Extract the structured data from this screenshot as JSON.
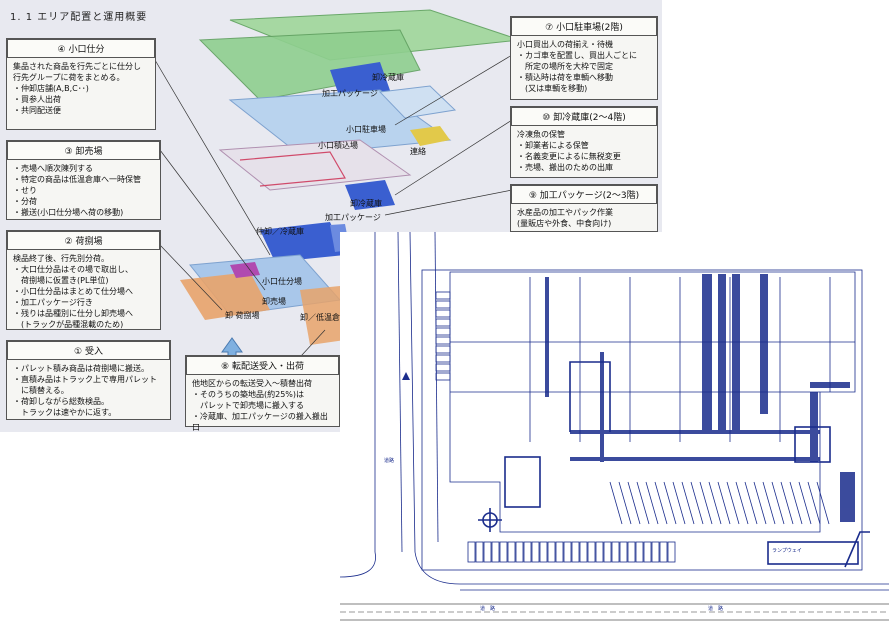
{
  "scan": {
    "title": "1. 1 エリア配置と運用概要",
    "boxes": [
      {
        "id": "koguchi_shiwake",
        "header": "④ 小口仕分",
        "body": "集品された商品を行先ごとに仕分し\n行先グループに荷をまとめる。\n・仲卸店舗(A,B,C･･)\n・買参人出荷\n・共同配送便"
      },
      {
        "id": "oroshiuriba",
        "header": "③ 卸売場",
        "body": "・売場へ順次陳列する\n・特定の商品は低温倉庫へ一時保管\n・せり\n・分荷\n・搬送(小口仕分場へ荷の移動)"
      },
      {
        "id": "nisabakiba",
        "header": "② 荷捌場",
        "body": "検品終了後、行先別分荷。\n・大口仕分品はその場で取出し、\n　荷捌場に仮置き(PL単位)\n・小口仕分品はまとめて仕分場へ\n・加工パッケージ行き\n・残りは品種別に仕分し卸売場へ\n　(トラックが品種混載のため)"
      },
      {
        "id": "ukeire",
        "header": "① 受入",
        "body": "・パレット積み商品は荷捌場に搬送。\n・直積み品はトラック上で専用パレット\n　に積替える。\n・荷卸しながら総数検品。\n　トラックは速やかに返す。"
      },
      {
        "id": "chusha",
        "header": "⑦ 小口駐車場(2階)",
        "body": "小口買出人の荷揃え・待機\n・カゴ車を配置し、買出人ごとに\n　所定の場所を大枠で固定\n・積込時は荷を車輌へ移動\n　(又は車輌を移動)"
      },
      {
        "id": "reizoko",
        "header": "⑩ 卸冷蔵庫(2～4階)",
        "body": "冷凍魚の保管\n・卸業者による保管\n・名義変更によるに無税変更\n・売場、搬出のための出庫"
      },
      {
        "id": "kakou",
        "header": "⑨ 加工パッケージ(2～3階)",
        "body": "水産品の加工やパック作業\n(量販店や外食、中食向け)"
      },
      {
        "id": "tenhaiso",
        "header": "⑧ 転配送受入・出荷",
        "body": "他地区からの転送受入～積替出荷\n・そのうちの築地品(約25%)は\n　パレットで卸売場に搬入する\n・冷蔵庫、加工パッケージの搬入搬出口"
      }
    ],
    "area_labels": {
      "oroshi_reizoko_top": "卸冷蔵庫",
      "kakou_top": "加工パッケージ",
      "koguchi_chusha": "小口駐車場",
      "koguchi_tsumikomi": "小口積込場",
      "renraku": "連絡",
      "oroshi_reizoko_mid": "卸冷蔵庫",
      "kakou_mid": "加工パッケージ",
      "nakaoroshi_reizoko": "仲卸／冷蔵庫",
      "koguchi_shiwakeba": "小口仕分場",
      "oroshiuriba": "卸売場",
      "nisabakiba": "卸 荷捌場",
      "teion": "卸／低温倉庫"
    }
  },
  "plan": {
    "labels": {
      "road": "道　路",
      "road_left": "道路",
      "ramp": "ランプウェイ"
    }
  },
  "colors": {
    "plan_ink": "#1a2c8c",
    "green_area": "#8fcf8f",
    "blue_area": "#3a5fd0",
    "orange_area": "#e8a36a",
    "yellow_area": "#e2c94a"
  }
}
